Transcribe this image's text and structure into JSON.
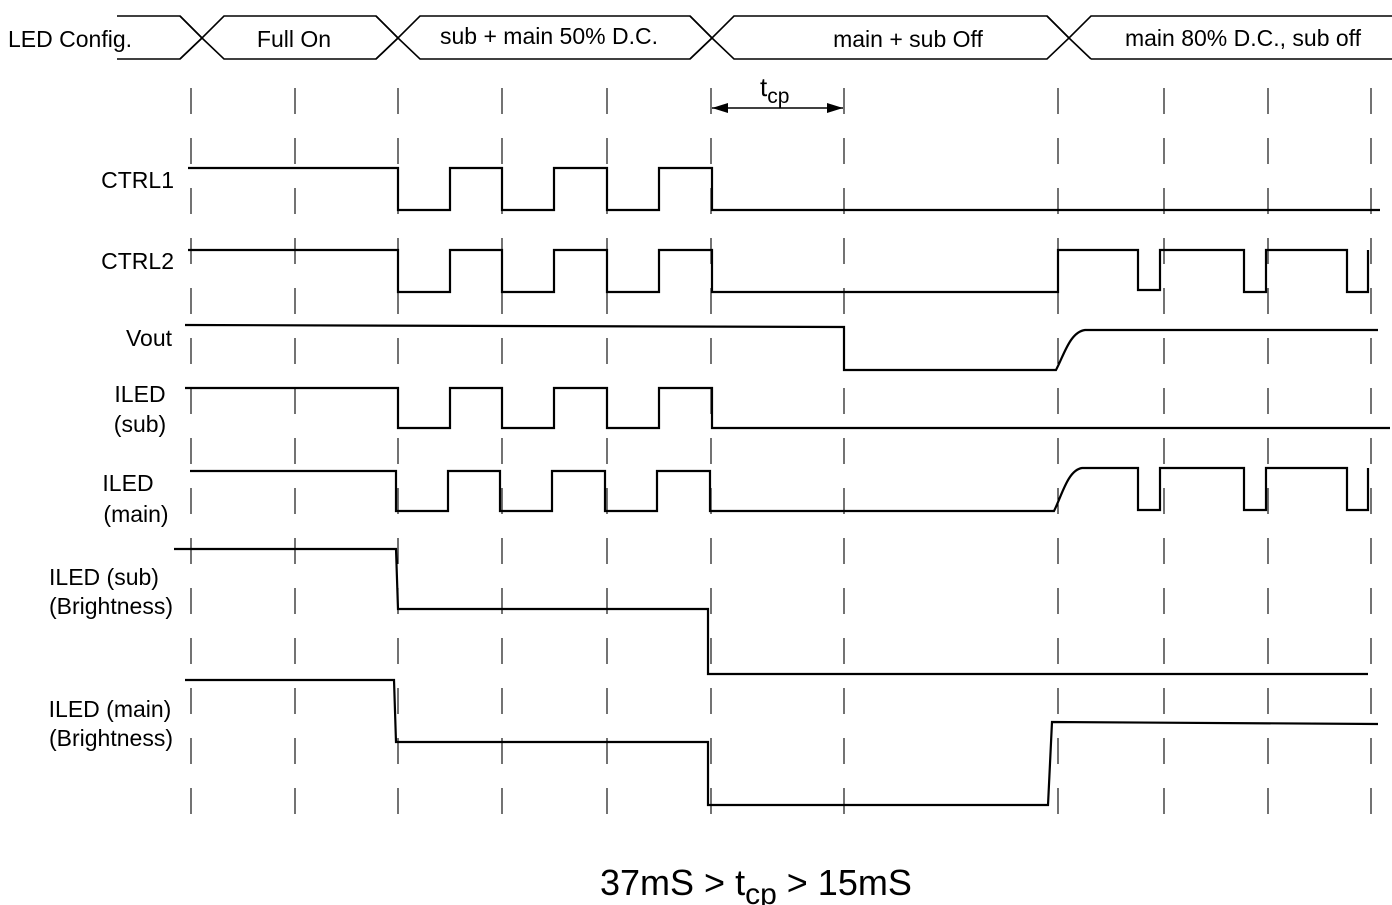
{
  "config_bus": {
    "label": "LED Config.",
    "phases": [
      "Full On",
      "sub + main 50% D.C.",
      "main + sub Off",
      "main 80% D.C., sub off"
    ]
  },
  "signals": [
    {
      "id": "ctrl1",
      "lines": [
        "CTRL1"
      ]
    },
    {
      "id": "ctrl2",
      "lines": [
        "CTRL2"
      ]
    },
    {
      "id": "vout",
      "lines": [
        "Vout"
      ]
    },
    {
      "id": "iled-sub",
      "lines": [
        "ILED",
        "(sub)"
      ]
    },
    {
      "id": "iled-main",
      "lines": [
        "ILED",
        "(main)"
      ]
    },
    {
      "id": "iled-sub-brightness",
      "lines": [
        "ILED (sub)",
        "(Brightness)"
      ]
    },
    {
      "id": "iled-main-brightness",
      "lines": [
        "ILED (main)",
        "(Brightness)"
      ]
    }
  ],
  "tcp_marker": {
    "base": "t",
    "sub": "cp"
  },
  "footer": {
    "prefix": "37mS > t",
    "sub": "cp",
    "suffix": " > 15mS"
  }
}
